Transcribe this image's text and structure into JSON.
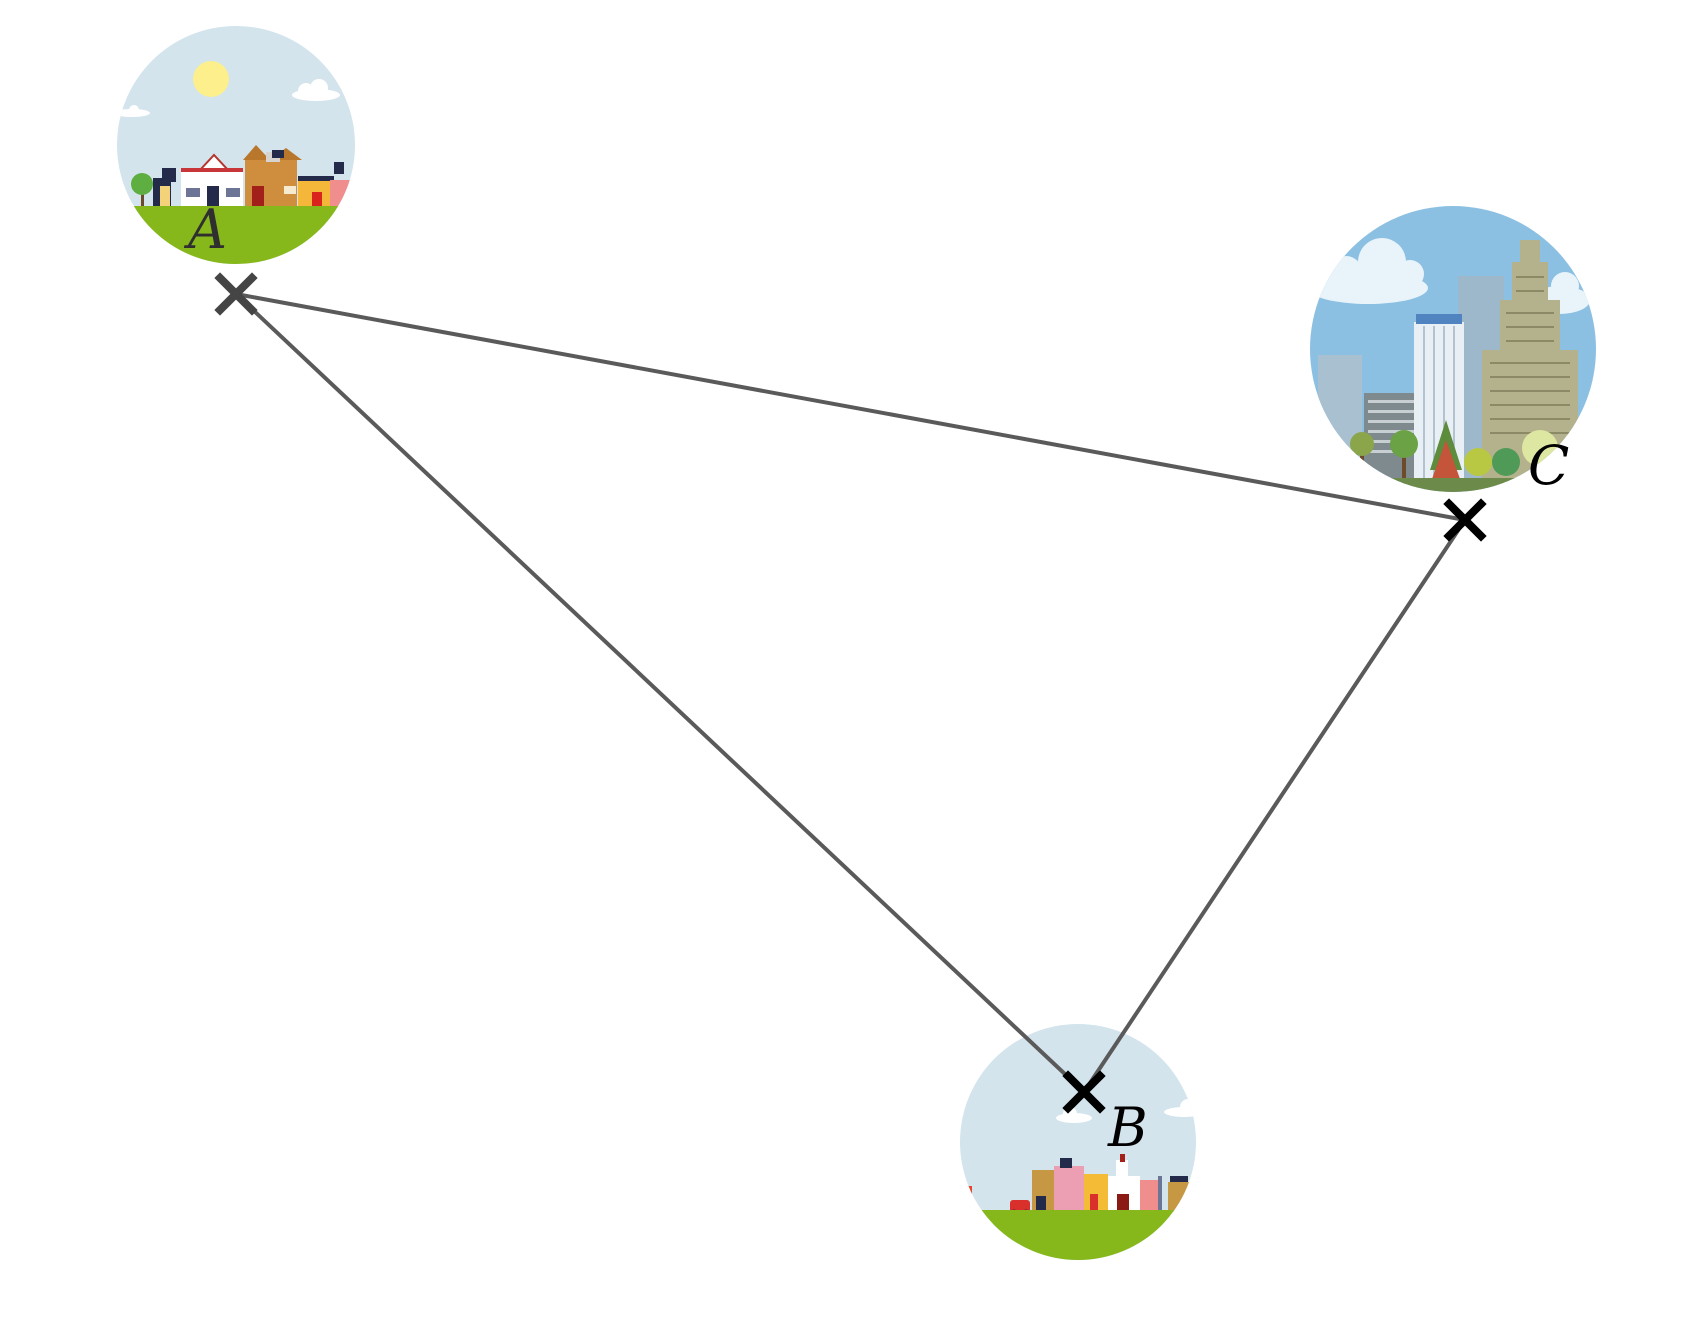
{
  "points": {
    "a": {
      "label": "A"
    },
    "b": {
      "label": "B"
    },
    "c": {
      "label": "C"
    }
  },
  "colors": {
    "edge": "#5a5a5a",
    "marker_a": "#454545",
    "marker": "#000000",
    "sky": "#d3e4ec",
    "city_sky": "#8cc0e2",
    "grass": "#86b81c"
  },
  "icons": {
    "a": "village-scene-icon",
    "b": "town-street-scene-icon",
    "c": "city-skyline-scene-icon"
  }
}
